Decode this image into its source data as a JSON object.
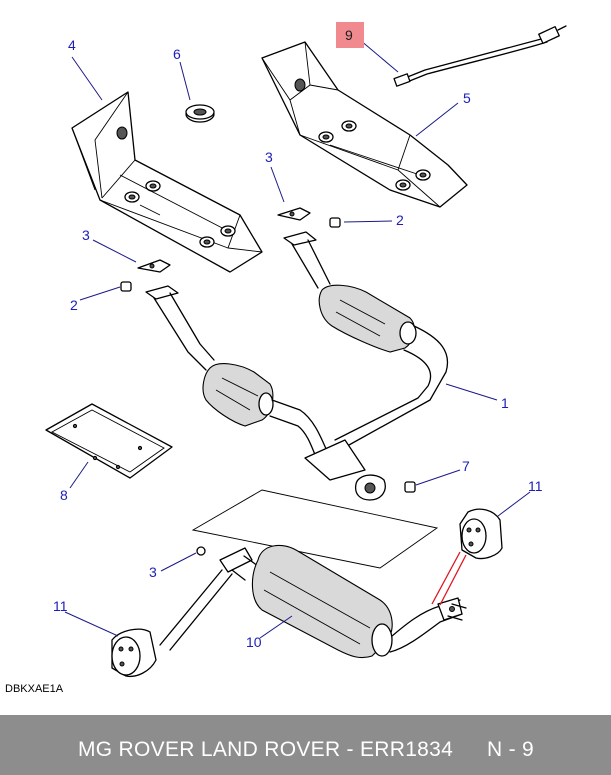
{
  "diagram": {
    "reference_code": "DBKXAE1A",
    "highlighted_callout": "9",
    "highlight_color": "#f08a8e",
    "callout_color": "#1d1db8",
    "leader_color_highlight": "#e0141e",
    "callouts": {
      "c1": "1",
      "c2a": "2",
      "c2b": "2",
      "c3a": "3",
      "c3b": "3",
      "c3c": "3",
      "c4": "4",
      "c5": "5",
      "c6": "6",
      "c7": "7",
      "c8": "8",
      "c9": "9",
      "c10": "10",
      "c11a": "11",
      "c11b": "11"
    }
  },
  "footer": {
    "title": "MG ROVER LAND ROVER - ERR1834",
    "page": "N - 9",
    "background": "#8d8d8d"
  }
}
